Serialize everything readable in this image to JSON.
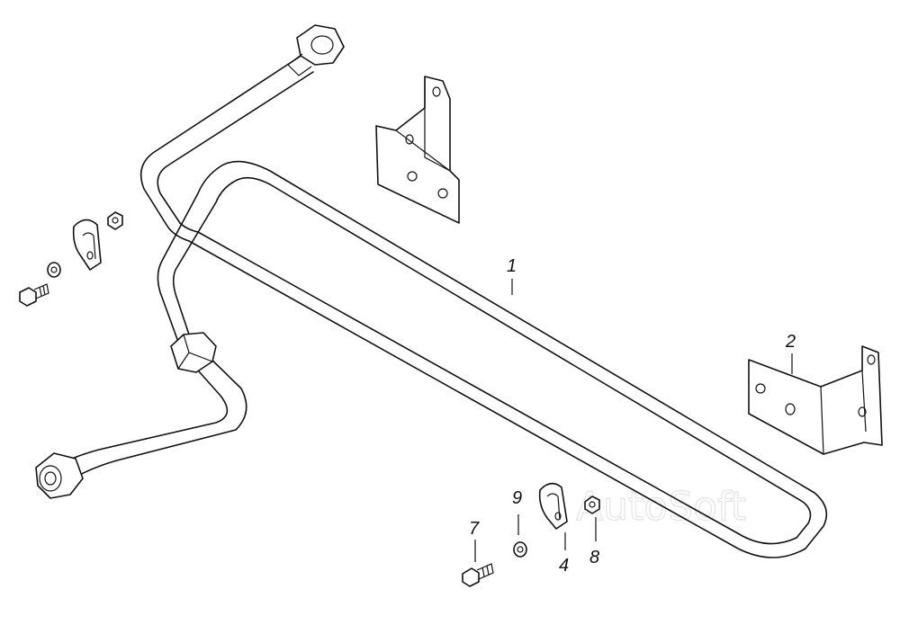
{
  "watermark": "AutoSoft",
  "callouts": [
    {
      "id": "callout-1",
      "label": "1"
    },
    {
      "id": "callout-2",
      "label": "2"
    },
    {
      "id": "callout-4",
      "label": "4"
    },
    {
      "id": "callout-7",
      "label": "7"
    },
    {
      "id": "callout-8",
      "label": "8"
    },
    {
      "id": "callout-9",
      "label": "9"
    }
  ]
}
